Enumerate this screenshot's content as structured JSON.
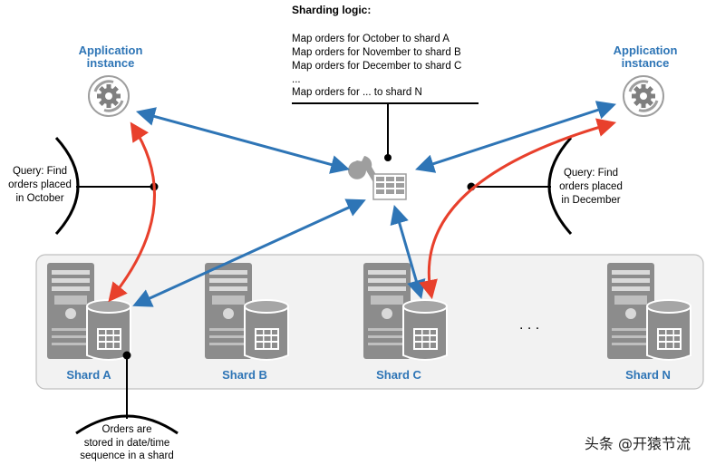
{
  "app_instance_left": [
    "Application",
    "instance"
  ],
  "app_instance_right": [
    "Application",
    "instance"
  ],
  "sharding_logic": {
    "title": "Sharding logic:",
    "lines": [
      "Map orders for October to shard A",
      "Map orders for November to shard B",
      "Map orders for December to shard C",
      "...",
      "Map orders for ... to shard N"
    ]
  },
  "query_left": [
    "Query: Find",
    "orders placed",
    "in October"
  ],
  "query_right": [
    "Query: Find",
    "orders placed",
    "in December"
  ],
  "shards": [
    "Shard A",
    "Shard B",
    "Shard C",
    "Shard N"
  ],
  "ellipsis": ". . .",
  "storage_note": [
    "Orders are",
    "stored in date/time",
    "sequence in a shard"
  ],
  "watermark": "头条 @开猿节流",
  "colors": {
    "blue_arrow": "#2e75b6",
    "red_arrow": "#e8402c",
    "server_gray": "#8c8c8c",
    "panel_bg": "#f2f2f2"
  },
  "icons": [
    "gear-icon",
    "wrench-icon",
    "lookup-table-icon",
    "server-icon",
    "database-icon"
  ]
}
